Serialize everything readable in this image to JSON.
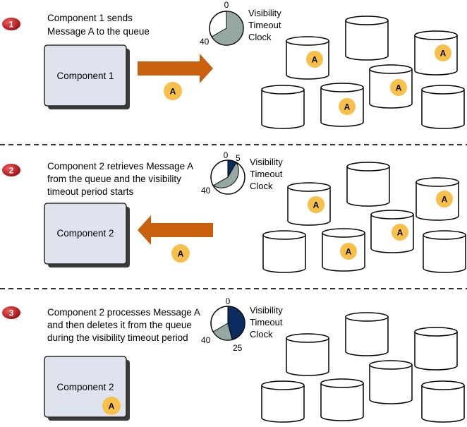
{
  "steps": [
    {
      "number": "1",
      "caption_lines": [
        "Component 1 sends",
        "Message A to the queue"
      ],
      "component_label": "Component 1",
      "clock": {
        "label_lines": [
          "Visibility",
          "Timeout",
          "Clock"
        ],
        "tick_labels": [
          "0",
          "40"
        ],
        "elapsed_fraction": 0
      },
      "message_label": "A",
      "arrow_direction": "right"
    },
    {
      "number": "2",
      "caption_lines": [
        "Component 2 retrieves Message A",
        "from the queue and the visibility",
        "timeout period starts"
      ],
      "component_label": "Component 2",
      "clock": {
        "label_lines": [
          "Visibility",
          "Timeout",
          "Clock"
        ],
        "tick_labels": [
          "0",
          "5",
          "40"
        ],
        "elapsed_fraction": 0.083
      },
      "message_label": "A",
      "arrow_direction": "left"
    },
    {
      "number": "3",
      "caption_lines": [
        "Component 2 processes Message A",
        "and then deletes it from the queue",
        "during the visibility timeout period"
      ],
      "component_label": "Component 2",
      "clock": {
        "label_lines": [
          "Visibility",
          "Timeout",
          "Clock"
        ],
        "tick_labels": [
          "0",
          "40",
          "25"
        ],
        "elapsed_fraction": 0.417
      },
      "message_label": "A",
      "arrow_direction": "none"
    }
  ],
  "colors": {
    "step_badge": "#c1121f",
    "component_fill": "#dfe3ee",
    "arrow": "#c8600d",
    "message_fill": "#f7c04a",
    "clock_remaining": "#95a8a2",
    "clock_elapsed": "#0c2b5e",
    "divider": "#333333"
  }
}
